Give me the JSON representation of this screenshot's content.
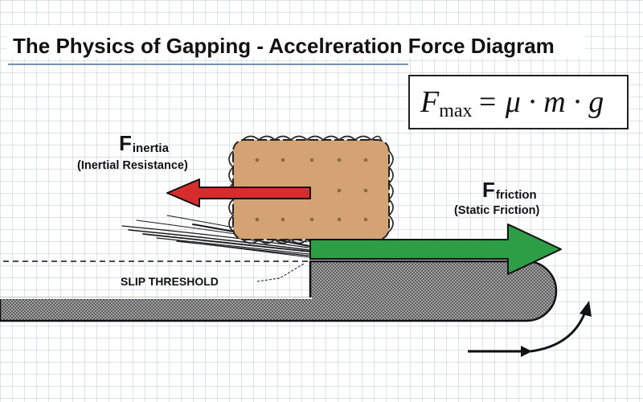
{
  "title": "The Physics of Gapping - Accelreration Force Diagram",
  "formula": {
    "lhs_symbol": "F",
    "lhs_subscript": "max",
    "rhs": "= μ · m · g"
  },
  "inertia": {
    "symbol": "F",
    "subscript": "inertia",
    "description": "(Inertial Resistance)"
  },
  "friction": {
    "symbol": "F",
    "subscript": "friction",
    "description": "(Static Friction)"
  },
  "slip_label": "SLIP THRESHOLD",
  "colors": {
    "grid": "#b9c9d6",
    "title_rule": "#6f93b0",
    "cookie": "#d4a373",
    "cookie_edge": "#222222",
    "inertia_arrow": "#d62c2c",
    "friction_arrow": "#2e9e46",
    "belt_fill": "#9a9a9a",
    "ink": "#111111"
  }
}
